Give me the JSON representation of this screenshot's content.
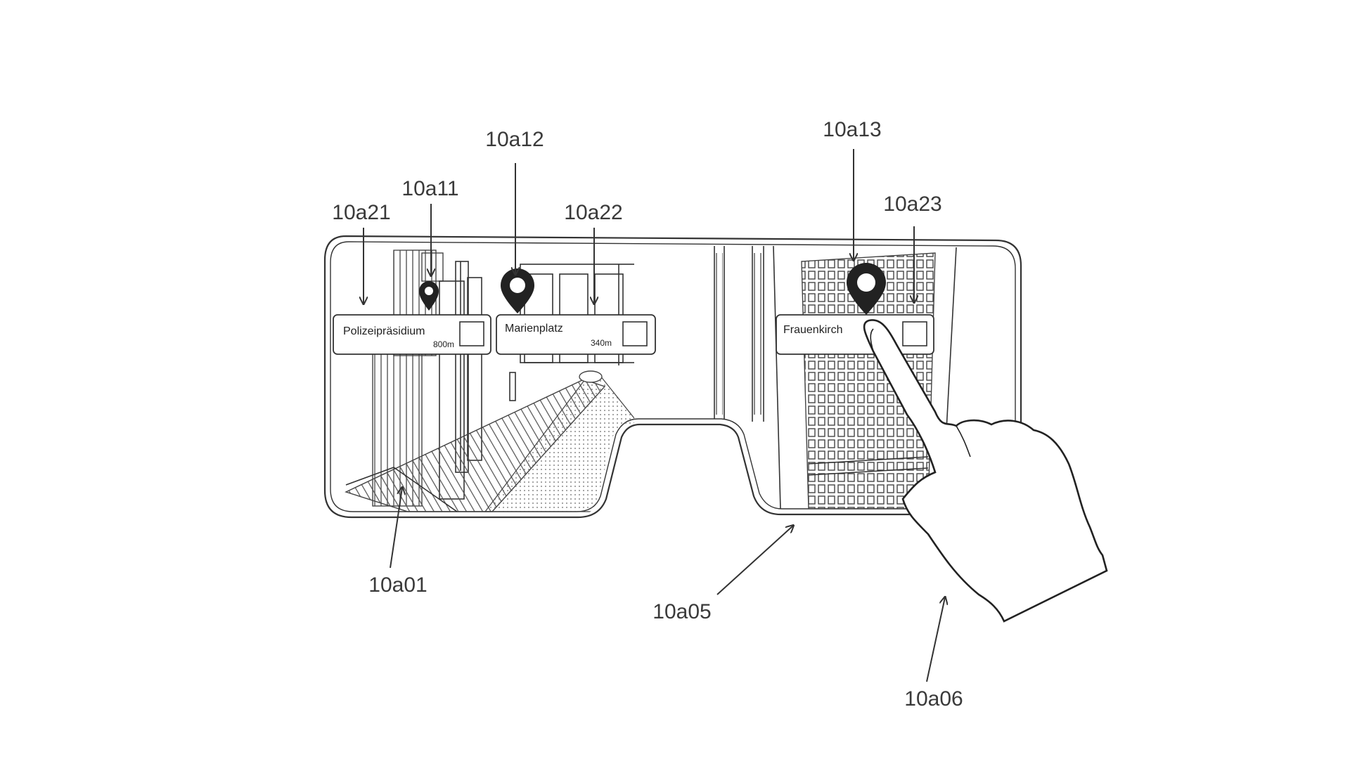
{
  "reference_labels": {
    "r_10a21": "10a21",
    "r_10a11": "10a11",
    "r_10a12": "10a12",
    "r_10a22": "10a22",
    "r_10a13": "10a13",
    "r_10a23": "10a23",
    "r_10a01": "10a01",
    "r_10a05": "10a05",
    "r_10a06": "10a06"
  },
  "poi_cards": [
    {
      "name": "Polizeipräsidium",
      "distance": "800m"
    },
    {
      "name": "Marienplatz",
      "distance": "340m"
    },
    {
      "name": "Frauenkirch",
      "distance": ""
    }
  ],
  "colors": {
    "line": "#333333",
    "background": "#ffffff"
  },
  "icons": [
    "location-pin-icon",
    "checkbox-icon",
    "hand-icon"
  ]
}
